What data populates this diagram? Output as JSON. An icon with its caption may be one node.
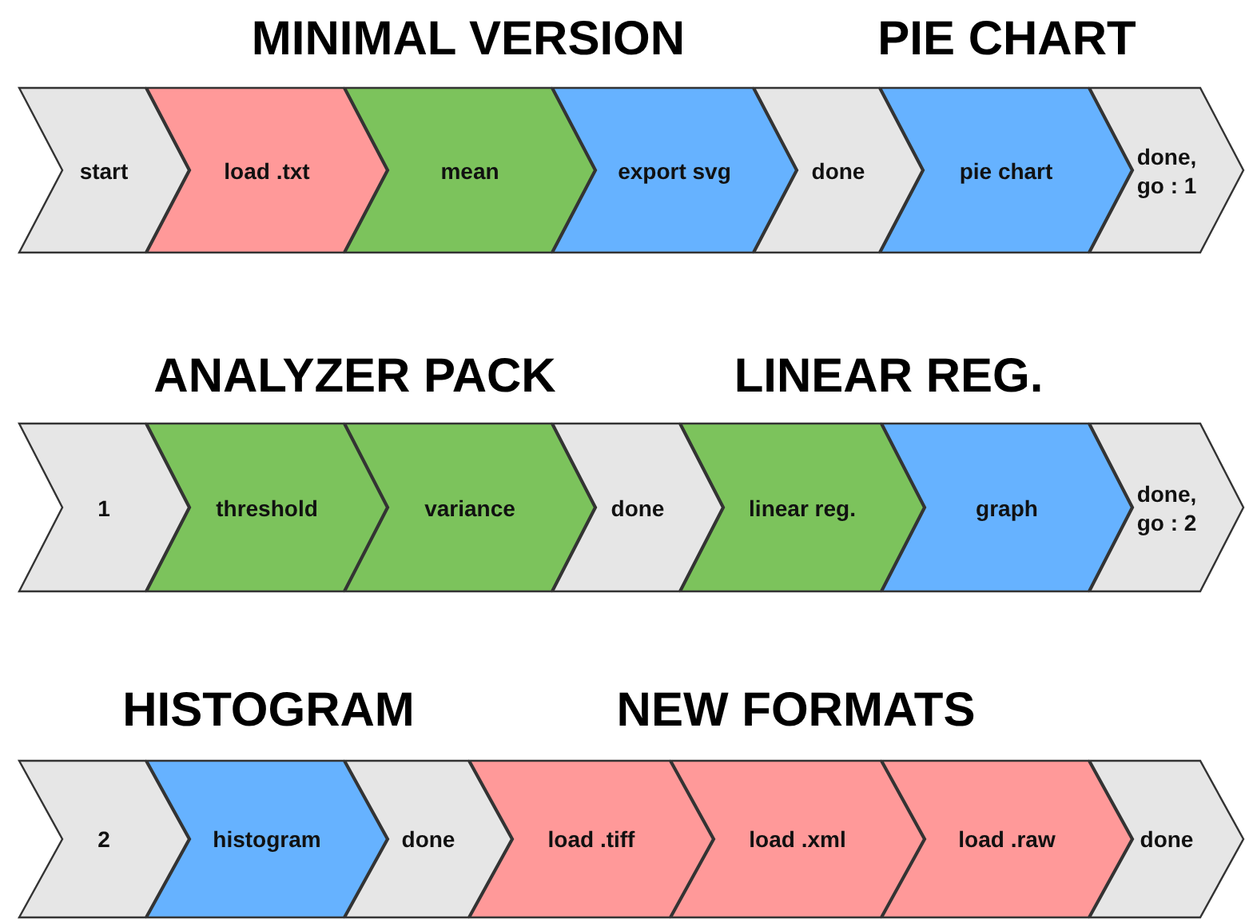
{
  "diagram": {
    "nodes": [
      {
        "text": [
          "start"
        ]
      },
      {
        "text": [
          "load .txt"
        ]
      },
      {
        "text": [
          "mean"
        ]
      },
      {
        "text": [
          "export svg"
        ]
      },
      {
        "text": [
          "done"
        ]
      },
      {
        "text": [
          "pie chart"
        ]
      },
      {
        "text": [
          "done, go : 1"
        ]
      },
      {
        "text": [
          "1"
        ]
      },
      {
        "text": [
          "threshold"
        ]
      },
      {
        "text": [
          "variance"
        ]
      },
      {
        "text": [
          "done"
        ]
      },
      {
        "text": [
          "linear reg."
        ]
      },
      {
        "text": [
          "graph"
        ]
      },
      {
        "text": [
          "done, go : 2"
        ]
      },
      {
        "text": [
          "2"
        ]
      },
      {
        "text": [
          "histogram"
        ]
      },
      {
        "text": [
          "done"
        ]
      },
      {
        "text": [
          "load .tiff"
        ]
      },
      {
        "text": [
          "load .xml"
        ]
      },
      {
        "text": [
          "load .raw"
        ]
      },
      {
        "text": [
          "done"
        ]
      }
    ],
    "labels": [
      "MINIMAL VERSION",
      "PIE CHART",
      "ANALYZER PACK",
      "LINEAR REG.",
      "HISTOGRAM",
      "NEW FORMATS"
    ]
  }
}
